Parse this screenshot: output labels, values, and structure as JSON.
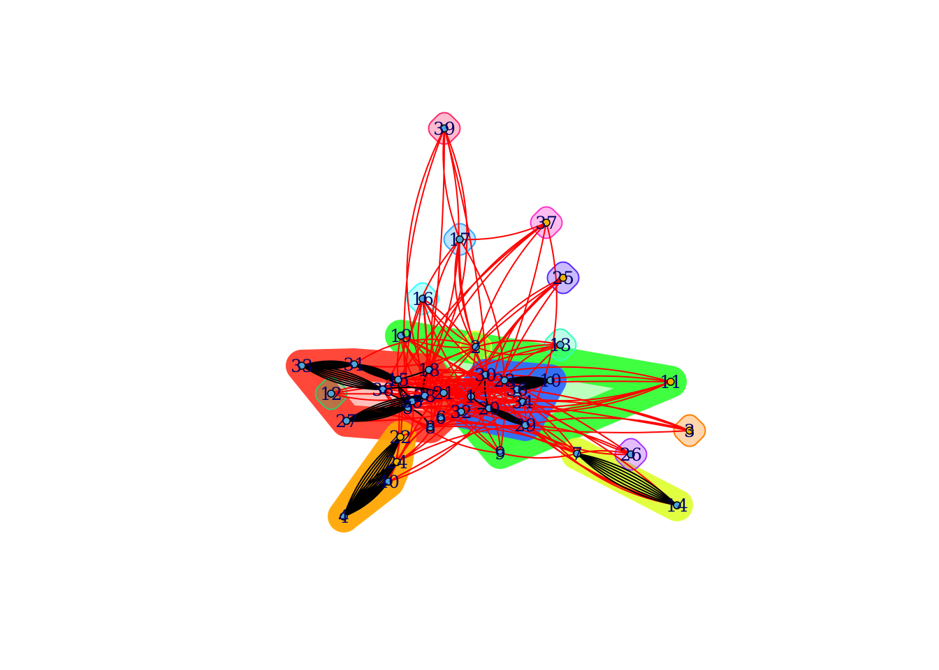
{
  "graph": {
    "type": "community-network",
    "nodes": [
      {
        "id": "39",
        "community": 1
      },
      {
        "id": "37",
        "community": 2
      },
      {
        "id": "17",
        "community": 3
      },
      {
        "id": "25",
        "community": 4
      },
      {
        "id": "16",
        "community": 5
      },
      {
        "id": "19",
        "community": 6
      },
      {
        "id": "13",
        "community": 7
      },
      {
        "id": "2",
        "community": 8
      },
      {
        "id": "10",
        "community": 9
      },
      {
        "id": "11",
        "community": 6
      },
      {
        "id": "33",
        "community": 10
      },
      {
        "id": "31",
        "community": 10
      },
      {
        "id": "12",
        "community": 11
      },
      {
        "id": "27",
        "community": 10
      },
      {
        "id": "22",
        "community": 12
      },
      {
        "id": "24",
        "community": 12
      },
      {
        "id": "40",
        "community": 12
      },
      {
        "id": "4",
        "community": 12
      },
      {
        "id": "9",
        "community": 6
      },
      {
        "id": "7",
        "community": 13
      },
      {
        "id": "26",
        "community": 14
      },
      {
        "id": "3",
        "community": 15
      },
      {
        "id": "14",
        "community": 13
      },
      {
        "id": "29",
        "community": 9
      },
      {
        "id": "30",
        "community": 9
      },
      {
        "id": "18",
        "community": 10
      },
      {
        "id": "8",
        "community": 10
      },
      {
        "id": "15",
        "community": 10
      },
      {
        "id": "38",
        "community": 10
      },
      {
        "id": "28",
        "community": 10
      },
      {
        "id": "21",
        "community": 10
      },
      {
        "id": "5",
        "community": 10
      },
      {
        "id": "6",
        "community": 10
      },
      {
        "id": "1",
        "community": 9
      },
      {
        "id": "20",
        "community": 9
      },
      {
        "id": "34",
        "community": 9
      },
      {
        "id": "36",
        "community": 9
      },
      {
        "id": "23",
        "community": 9
      },
      {
        "id": "35",
        "community": 10
      },
      {
        "id": "32",
        "community": 9
      }
    ],
    "community_colors": {
      "1": "#ff2a6d",
      "2": "#ff33cc",
      "3": "#33a8ff",
      "4": "#5b2bff",
      "5": "#33ffff",
      "6": "#33ff33",
      "7": "#33ffbb",
      "8": "#ffff33",
      "9": "#3366ff",
      "10": "#ff3b2b",
      "11": "#33cc66",
      "12": "#ffa500",
      "13": "#dfff33",
      "14": "#aa33ff",
      "15": "#ff7f00"
    },
    "edge_colors": {
      "between_communities": "#ff0000",
      "within_community": "#000000"
    },
    "node_colors": {
      "fill": "#4fa3d9",
      "alt_fill": "#f0b400",
      "stroke": "#000000"
    },
    "label_color": "#000066"
  }
}
